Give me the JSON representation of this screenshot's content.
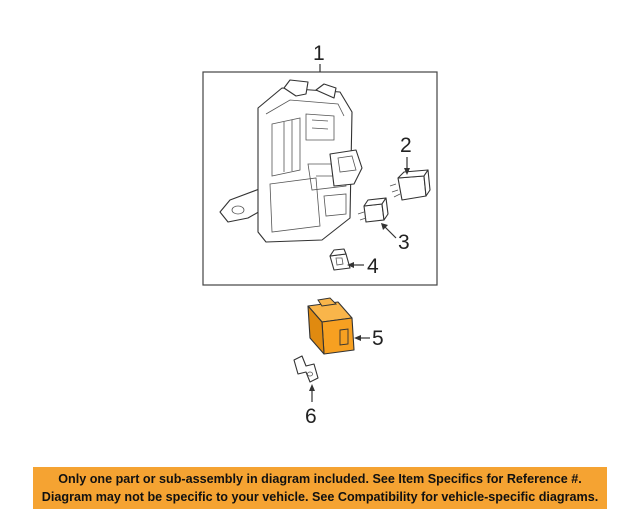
{
  "callouts": {
    "c1": "1",
    "c2": "2",
    "c3": "3",
    "c4": "4",
    "c5": "5",
    "c6": "6"
  },
  "colors": {
    "highlight": "#f7a021",
    "notice_bg": "#f5a332",
    "line": "#333333"
  },
  "notice": {
    "line1": "Only one part or sub-assembly in diagram included. See Item Specifics for Reference #.",
    "line2": "Diagram may not be specific to your vehicle. See Compatibility for vehicle-specific diagrams."
  }
}
